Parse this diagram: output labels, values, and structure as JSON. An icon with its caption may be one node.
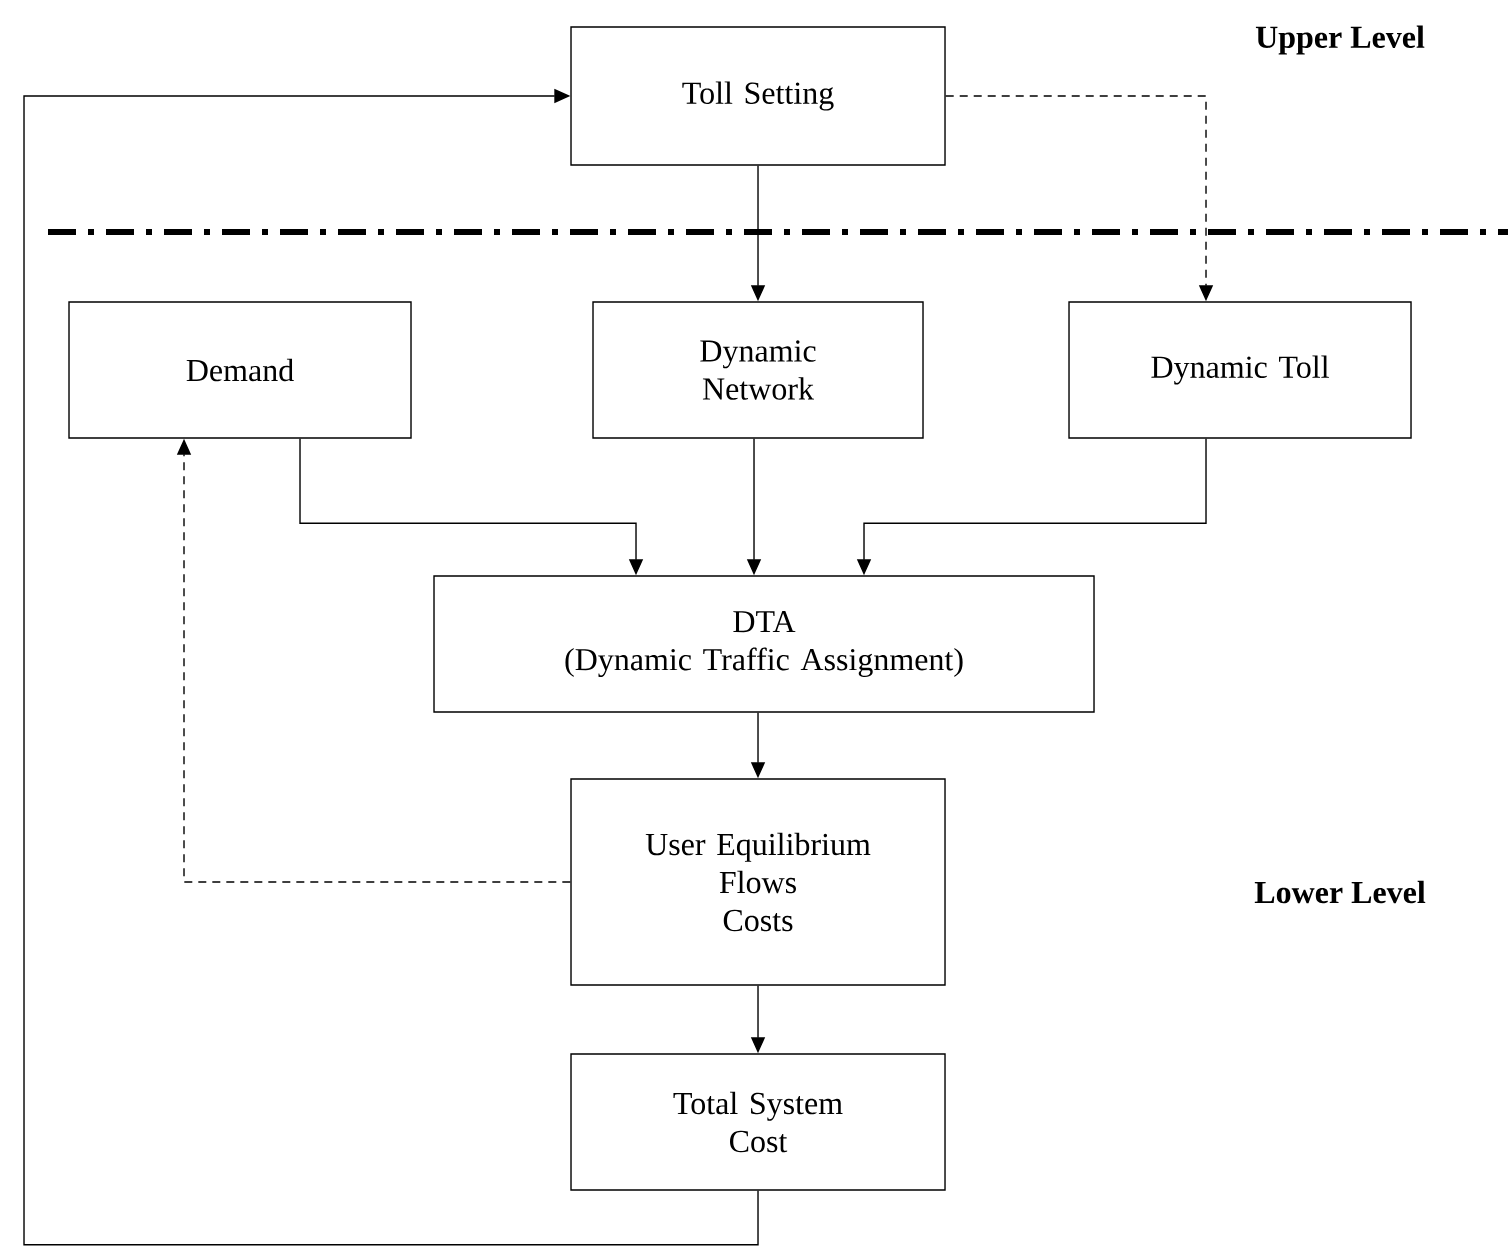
{
  "diagram": {
    "nodes": [
      {
        "text": [
          "Toll Setting"
        ]
      },
      {
        "text": [
          "Demand"
        ]
      },
      {
        "text": [
          "Dynamic Network"
        ]
      },
      {
        "text": [
          "Dynamic Toll"
        ]
      },
      {
        "text": [
          "DTA",
          "(Dynamic Traffic Assignment)"
        ]
      },
      {
        "text": [
          "User Equilibrium",
          "Flows",
          "Costs"
        ]
      },
      {
        "text": [
          "Total System Cost"
        ]
      }
    ],
    "edges": [
      {
        "from": 0,
        "to": 2,
        "arrow": "to"
      },
      {
        "from": 0,
        "to": 3,
        "arrow": "to",
        "style": "dashed"
      },
      {
        "from": 1,
        "to": 4,
        "arrow": "to"
      },
      {
        "from": 2,
        "to": 4,
        "arrow": "to"
      },
      {
        "from": 3,
        "to": 4,
        "arrow": "to"
      },
      {
        "from": 4,
        "to": 5,
        "arrow": "to"
      },
      {
        "from": 5,
        "to": 1,
        "arrow": "to",
        "style": "dashed"
      },
      {
        "from": 5,
        "to": 6,
        "arrow": "to"
      },
      {
        "from": 6,
        "to": 0,
        "arrow": "to"
      }
    ],
    "labels": [
      "Upper Level",
      "Lower Level"
    ]
  }
}
